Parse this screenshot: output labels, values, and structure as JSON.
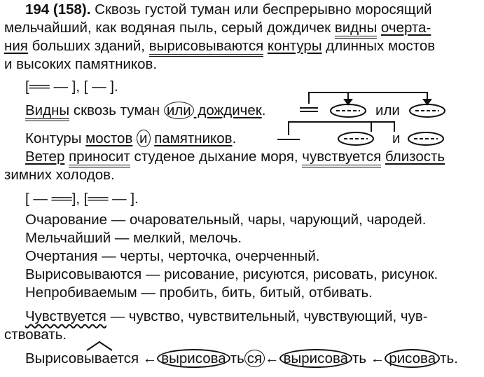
{
  "task": {
    "number": "194 (158).",
    "text_1a": " Сквозь густой туман или беспрерывно моросящий",
    "text_2a": "мельчайший, как водяная пыль, серый дождичек ",
    "w_vidny": "видны",
    "w_ochertaniya_a": "очерта-",
    "w_ochertaniya_b": "ния",
    "text_3a": " больших зданий, ",
    "w_vyrisovyvayutsya": "вырисовываются",
    "w_kontury": "контуры",
    "text_3b": " длинных мостов",
    "text_4": "и высоких памятников."
  },
  "scheme_1": "[══ — ], [ — ].",
  "analysis": {
    "s1_w1": "Видны",
    "s1_w2": " сквозь туман ",
    "s1_ili": "или",
    "s1_w3": " дождичек",
    "s1_dot": ".",
    "s1_schema_ili": "или",
    "s2_w1": "Контуры ",
    "s2_w2": "мостов",
    "s2_i": "и",
    "s2_w3": "памятников",
    "s2_dot": ".",
    "s2_schema_i": "и",
    "s3_w1": "Ветер",
    "s3_w2": "приносит",
    "s3_w3": " студеное дыхание моря, ",
    "s3_w4": "чувствуется",
    "s3_w5": "близость",
    "s3_w6": "зимних холодов."
  },
  "scheme_2": "[ — ══], [══ — ].",
  "roots": [
    "Очарование — очаровательный, чары, чарующий, чародей.",
    "Мельчайший — мелкий, мелочь.",
    "Очертания — черты, черточка, очерченный.",
    "Вырисовываются — рисование, рисуются, рисовать, рисунок.",
    "Непробиваемым — пробить, бить, битый, отбивать."
  ],
  "chuvstv": {
    "word": "Чувствуется",
    "rest": " — чувство, чувствительный, чувствующий, чув-",
    "line2": "ствовать."
  },
  "morph": {
    "w1": "Вырисовывается",
    "arrow": "←",
    "w2_stem": "вырисова",
    "w2_end": "ть",
    "w2_post": "ся",
    "w3_stem": "вырисова",
    "w3_end": "ть",
    "w4_stem": "рисова",
    "w4_end": "ть."
  }
}
